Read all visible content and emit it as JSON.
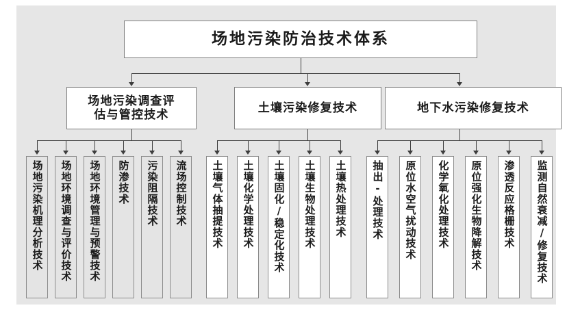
{
  "diagram": {
    "type": "hierarchy-tree",
    "title": "场地污染防治技术体系",
    "orientation": "top-down",
    "levels": 3,
    "colors": {
      "canvas_background": "#e6e6e6",
      "box_fill_white": "#ffffff",
      "box_fill_gray": "#e4e4e4",
      "box_border": "#8a8a8a",
      "connector": "#3d3d3d",
      "text": "#1a1a1a"
    },
    "root": {
      "label": "场地污染防治技术体系"
    },
    "branches": [
      {
        "id": "branch-investigation",
        "label": "场地污染调查评\n估与管控技术",
        "label_plain": "场地污染调查评估与管控技术",
        "fill": "white",
        "children": [
          {
            "label": "场地污染机理分析技术",
            "fill": "gray"
          },
          {
            "label": "场地环境调查与评价技术",
            "fill": "gray"
          },
          {
            "label": "场地环境管理与预警技术",
            "fill": "gray"
          },
          {
            "label": "防渗技术",
            "fill": "gray"
          },
          {
            "label": "污染阻隔技术",
            "fill": "gray"
          },
          {
            "label": "流场控制技术",
            "fill": "gray"
          }
        ]
      },
      {
        "id": "branch-soil",
        "label": "土壤污染修复技术",
        "label_plain": "土壤污染修复技术",
        "fill": "white",
        "children": [
          {
            "label": "土壤气体抽提技术",
            "fill": "white"
          },
          {
            "label": "土壤化学处理技术",
            "fill": "white"
          },
          {
            "label": "土壤固化/稳定化技术",
            "fill": "white"
          },
          {
            "label": "土壤生物处理技术",
            "fill": "white"
          },
          {
            "label": "土壤热处理技术",
            "fill": "white"
          }
        ]
      },
      {
        "id": "branch-groundwater",
        "label": "地下水污染修复技术",
        "label_plain": "地下水污染修复技术",
        "fill": "white",
        "children": [
          {
            "label": "抽出-处理技术",
            "fill": "white"
          },
          {
            "label": "原位水空气扰动技术",
            "fill": "white"
          },
          {
            "label": "化学氧化处理技术",
            "fill": "white"
          },
          {
            "label": "原位强化生物降解技术",
            "fill": "white"
          },
          {
            "label": "渗透反应格栅技术",
            "fill": "white"
          },
          {
            "label": "监测自然衰减/修复技术",
            "fill": "white"
          }
        ]
      }
    ]
  }
}
